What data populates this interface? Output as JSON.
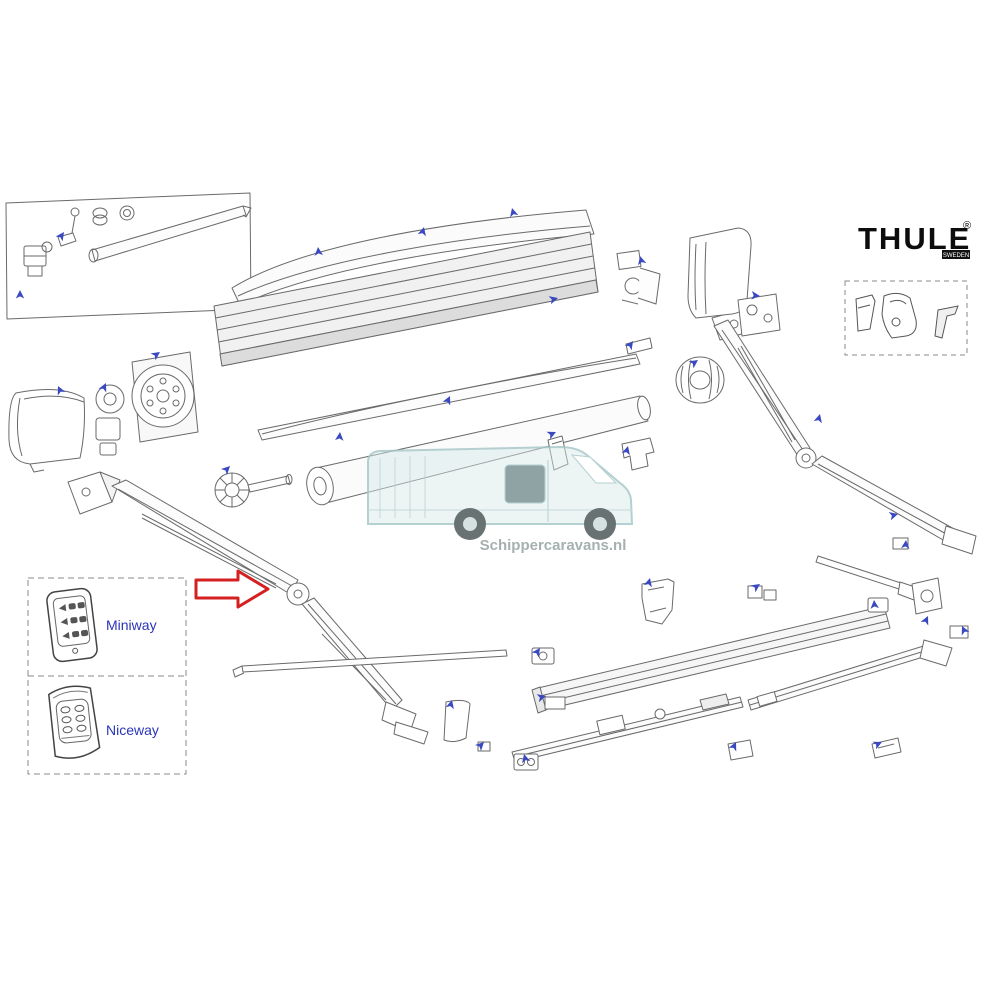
{
  "page": {
    "background": "#ffffff"
  },
  "logo": {
    "brand": "THULE",
    "registered": "®",
    "tagline": "SWEDEN"
  },
  "watermark": {
    "text": "Schippercaravans.nl"
  },
  "legend": {
    "items": [
      {
        "label": "Miniway"
      },
      {
        "label": "Niceway"
      }
    ]
  },
  "annotation": {
    "type": "red-arrow",
    "points_at": "arm-elbow-joint"
  },
  "colors": {
    "arrow_red": "#d42020",
    "label_blue": "#2a35b8",
    "line_gray": "#6a6a6a",
    "marker_blue": "#3a49c0",
    "watermark_teal": "#aecdd0",
    "logo_black": "#0d0d0d"
  },
  "diagram": {
    "type": "exploded-parts",
    "parts": [
      "hardware-kit",
      "roller-tube",
      "cassette-lid",
      "cassette-front-profile",
      "fabric-flap",
      "fabric-roller",
      "motor-gear-assembly",
      "gear-adapter",
      "left-end-cap",
      "left-spring-arm",
      "arm-elbow-joint",
      "right-spring-arm",
      "right-end-cap",
      "mounting-bracket",
      "gear-wheel",
      "support-leg",
      "lead-rail",
      "tension-rafter",
      "mounting-clamps",
      "miniway-remote",
      "niceway-remote"
    ]
  }
}
